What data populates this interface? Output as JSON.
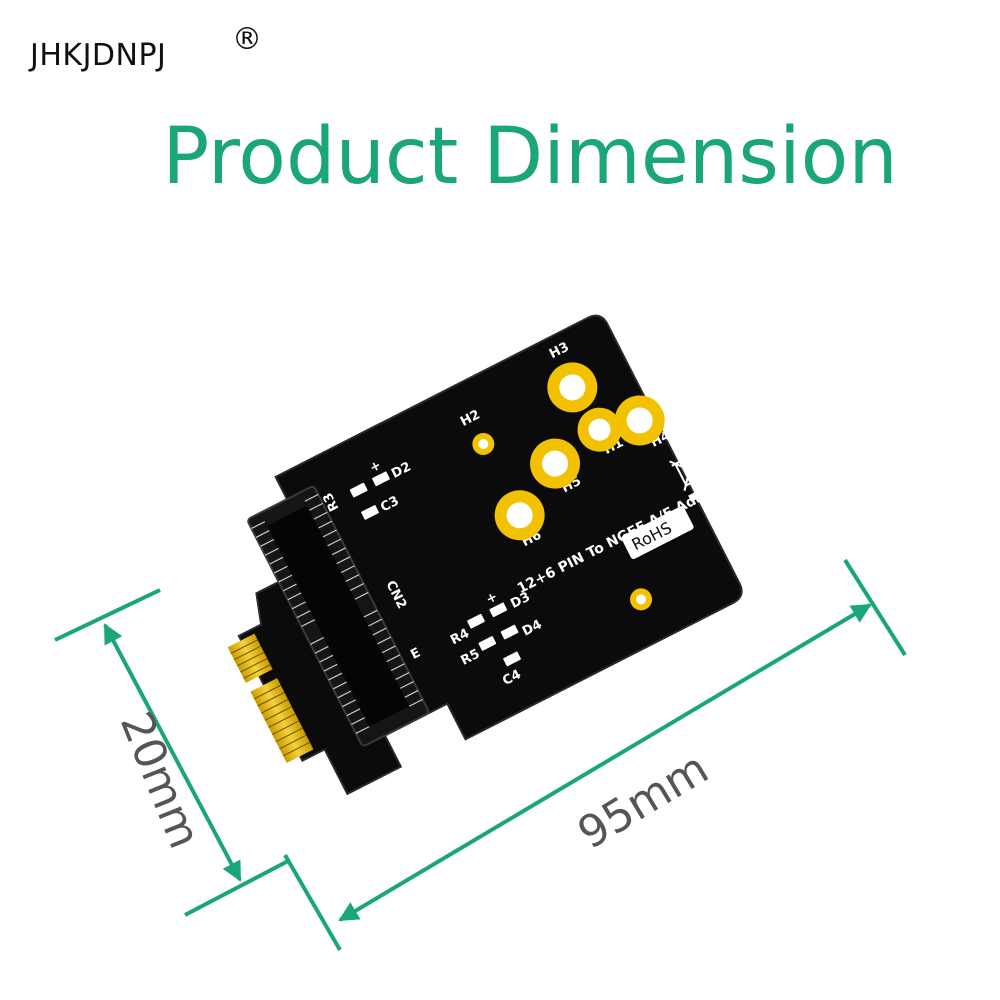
{
  "brand": {
    "name": "JHKJDNPJ",
    "mark": "®"
  },
  "title": "Product Dimension",
  "board": {
    "labels": {
      "r3": "R3",
      "d2": "D2",
      "c3": "C3",
      "cn2": "CN2",
      "e": "E",
      "d3": "D3",
      "r4": "R4",
      "d4": "D4",
      "r5": "R5",
      "c4": "C4",
      "h1": "H1",
      "h2": "H2",
      "h3": "H3",
      "h4": "H4",
      "h5": "H5",
      "h6": "H6",
      "plus1": "+",
      "plus2": "+",
      "product_text": "12+6 PIN To NGFF A/E Adapter",
      "rohs": "RoHS"
    }
  },
  "dimensions": {
    "width_label": "20mm",
    "length_label": "95mm"
  },
  "colors": {
    "accent": "#1aa57a",
    "board": "#0d0d0d",
    "gold": "#f2c200",
    "silkscreen": "#ffffff"
  }
}
